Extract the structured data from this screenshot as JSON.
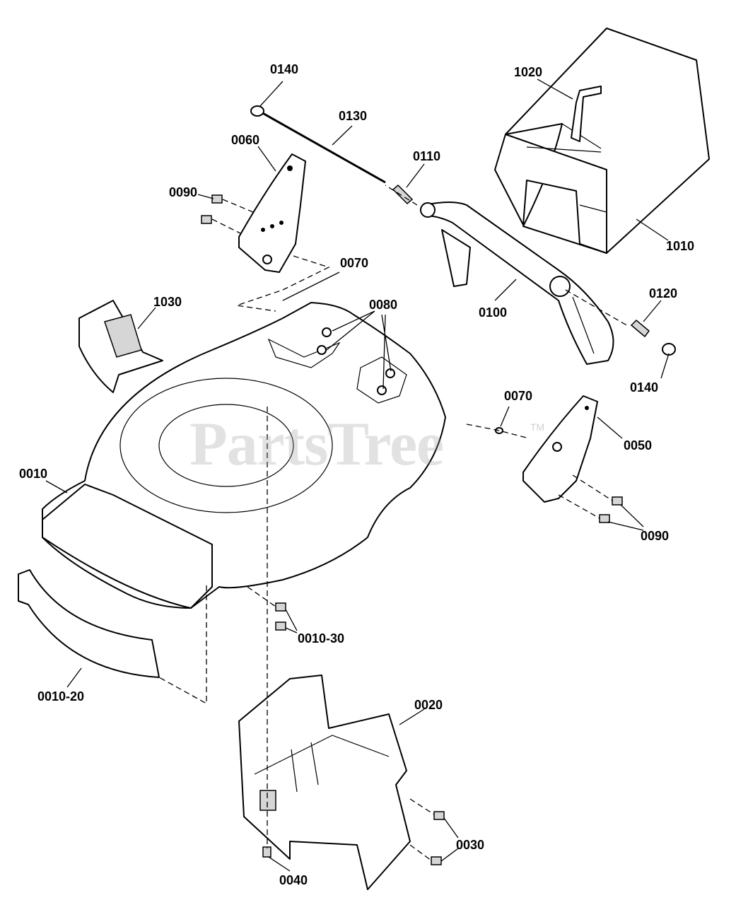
{
  "watermark": {
    "text": "PartsTree",
    "trademark": "TM"
  },
  "callouts": {
    "c0140_top": "0140",
    "c1020": "1020",
    "c0130": "0130",
    "c0060": "0060",
    "c0110": "0110",
    "c0090_left": "0090",
    "c1010": "1010",
    "c0070_top": "0070",
    "c0120": "0120",
    "c1030": "1030",
    "c0080": "0080",
    "c0100": "0100",
    "c0140_right": "0140",
    "c0070_right": "0070",
    "c0050": "0050",
    "c0010": "0010",
    "c0090_right": "0090",
    "c0010_30": "0010-30",
    "c0010_20": "0010-20",
    "c0020": "0020",
    "c0030": "0030",
    "c0040": "0040"
  }
}
